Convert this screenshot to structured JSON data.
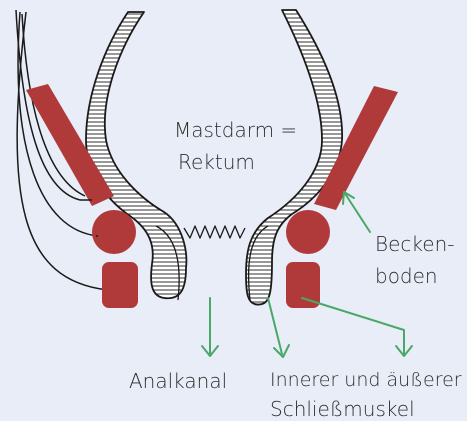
{
  "labels": {
    "rectum_line1": "Mastdarm =",
    "rectum_line2": "Rektum",
    "pelvic_floor_line1": "Becken-",
    "pelvic_floor_line2": "boden",
    "anal_canal": "Analkanal",
    "sphincter_line1": "Innerer und äußerer",
    "sphincter_line2": "Schließmuskel"
  },
  "colors": {
    "background": "#e8edf7",
    "muscle": "#b03a3a",
    "arrow": "#4aa867",
    "outline": "#1a1a1a",
    "wall_fill": "#ffffff"
  }
}
